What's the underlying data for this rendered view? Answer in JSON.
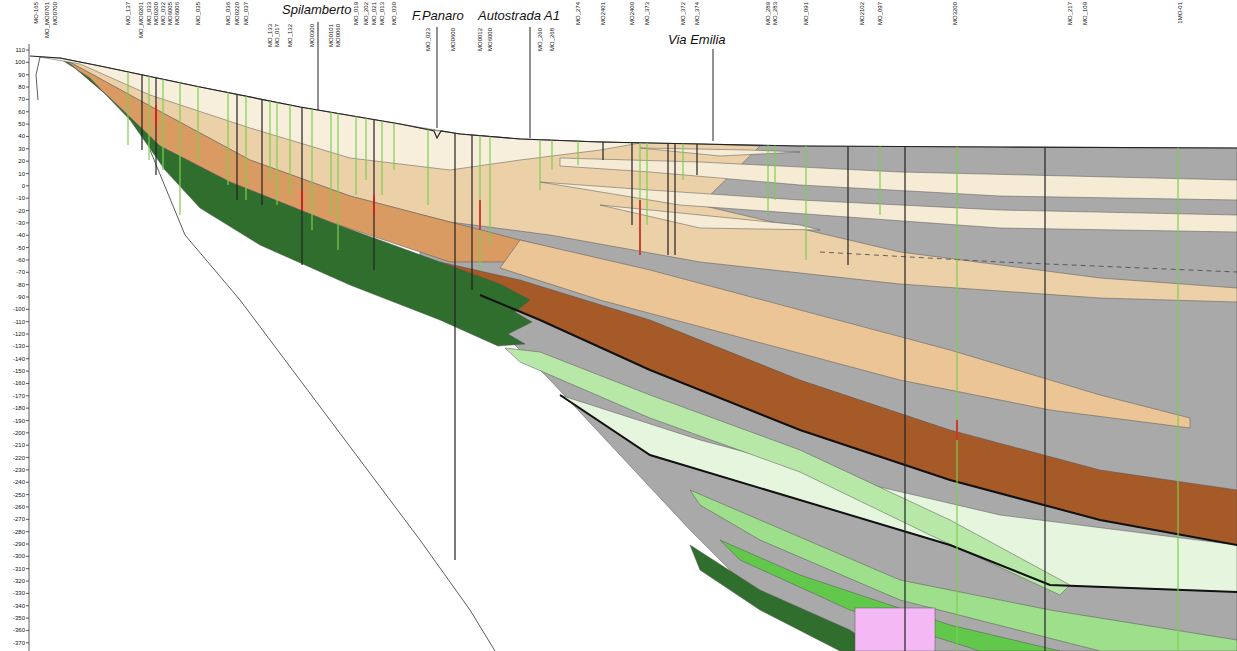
{
  "diagram": {
    "labels": [
      "Spilamberto",
      "F.Panaro",
      "Autostrada A1",
      "Via Emilia",
      "MO-165",
      "MO_MO0701",
      "MO0700",
      "MO_137",
      "MO_MO0201",
      "MO_033",
      "MO0200",
      "MO_032",
      "MO6005",
      "MO6006",
      "MO_035",
      "MO_036",
      "MO0220",
      "MO_037",
      "MO_133",
      "MO_017",
      "MO_132",
      "MO0300",
      "MO0101",
      "MO0060",
      "MO_019",
      "MO_202",
      "MO_021",
      "MO_013",
      "MO_030",
      "MO_023",
      "MO0600",
      "MO0012",
      "MO6000",
      "MO_260",
      "MO_268",
      "MO_274",
      "MO2401",
      "MO2400",
      "MO_373",
      "MO_372",
      "MO_374",
      "MO_289",
      "MO_283",
      "MO_091",
      "MO2102",
      "MO_097",
      "MO3200",
      "MO_217",
      "MO_109",
      "1MO-01",
      "110",
      "100",
      "90",
      "80",
      "70",
      "60",
      "50",
      "40",
      "30",
      "20",
      "10",
      "0",
      "-10",
      "-20",
      "-30",
      "-40",
      "-50",
      "-60",
      "-70",
      "-80",
      "-90",
      "-100",
      "-110",
      "-120",
      "-130",
      "-140",
      "-150",
      "-160",
      "-170",
      "-180",
      "-190",
      "-200",
      "-210",
      "-220",
      "-230",
      "-240",
      "-250",
      "-260",
      "-270",
      "-280",
      "-290",
      "-300",
      "-310",
      "-320",
      "-330",
      "-340",
      "-350",
      "-360",
      "-370"
    ]
  }
}
